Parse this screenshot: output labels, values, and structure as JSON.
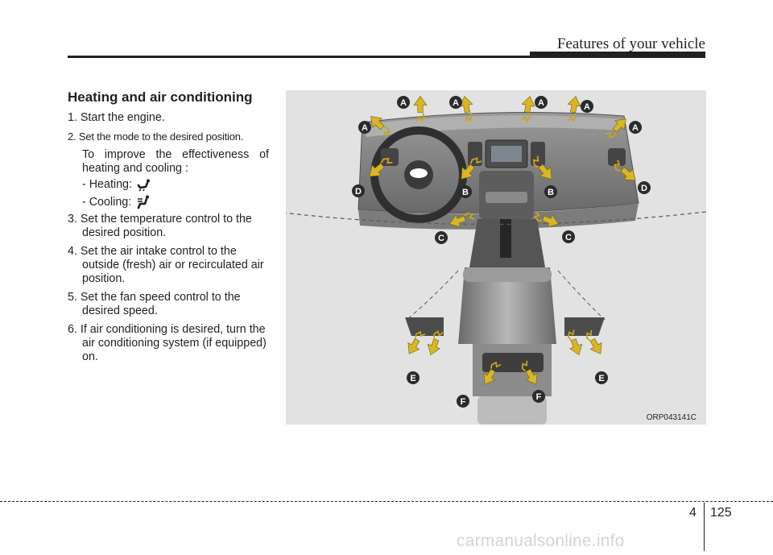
{
  "header": {
    "title": "Features of your vehicle"
  },
  "section": {
    "title": "Heating and air conditioning",
    "steps": [
      "1. Start the engine.",
      "2. Set the mode to the desired position.",
      "To improve the effectiveness of heating and cooling :",
      "- Heating:",
      "- Cooling:",
      "3. Set the temperature control to the desired position.",
      "4. Set the air intake control to the outside (fresh) air or recirculated air position.",
      "5. Set the fan speed control to the desired speed.",
      "6. If air conditioning is desired, turn the air conditioning system (if equipped) on."
    ]
  },
  "figure": {
    "code": "ORP043141C",
    "vent_labels": {
      "a": "A",
      "b": "B",
      "c": "C",
      "d": "D",
      "e": "E",
      "f": "F"
    },
    "colors": {
      "background": "#e2e2e2",
      "dash": "#5a5a5a",
      "arrow": "#d7b628",
      "label": "#2b2b2b"
    }
  },
  "footer": {
    "section_number": "4",
    "page_number": "125",
    "watermark": "carmanualsonline.info"
  }
}
